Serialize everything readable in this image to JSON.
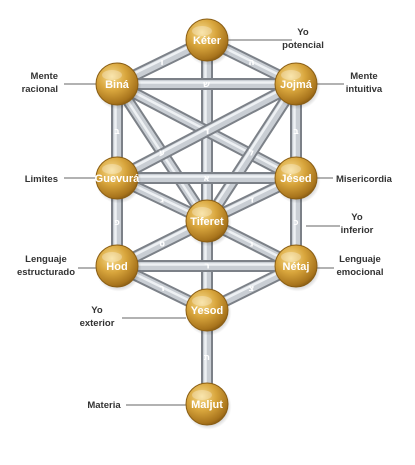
{
  "accent": {
    "gold": "#c9952f",
    "gold_dark": "#8a5e14",
    "pipe": "#9da3aa"
  },
  "nodes": [
    {
      "id": "keter",
      "label": "Kéter"
    },
    {
      "id": "bina",
      "label": "Biná"
    },
    {
      "id": "jojma",
      "label": "Jojmá"
    },
    {
      "id": "guevura",
      "label": "Guevurá"
    },
    {
      "id": "jesed",
      "label": "Jésed"
    },
    {
      "id": "tiferet",
      "label": "Tiferet"
    },
    {
      "id": "hod",
      "label": "Hod"
    },
    {
      "id": "netaj",
      "label": "Nétaj"
    },
    {
      "id": "yesod",
      "label": "Yesod"
    },
    {
      "id": "maljut",
      "label": "Maljut"
    }
  ],
  "annotations": [
    {
      "node": "keter",
      "lines": [
        "Yo",
        "potencial"
      ]
    },
    {
      "node": "bina",
      "lines": [
        "Mente",
        "racional"
      ]
    },
    {
      "node": "jojma",
      "lines": [
        "Mente",
        "intuitiva"
      ]
    },
    {
      "node": "guevura",
      "lines": [
        "Limites"
      ]
    },
    {
      "node": "jesed",
      "lines": [
        "Misericordia"
      ]
    },
    {
      "node": "tiferet",
      "lines": [
        "Yo",
        "inferior"
      ]
    },
    {
      "node": "hod",
      "lines": [
        "Lenguaje",
        "estructurado"
      ]
    },
    {
      "node": "netaj",
      "lines": [
        "Lenguaje",
        "emocional"
      ]
    },
    {
      "node": "yesod",
      "lines": [
        "Yo",
        "exterior"
      ]
    },
    {
      "node": "maljut",
      "lines": [
        "Materia"
      ]
    }
  ],
  "paths": [
    {
      "from": "keter",
      "to": "bina",
      "letter": "ו"
    },
    {
      "from": "keter",
      "to": "jojma",
      "letter": "ה"
    },
    {
      "from": "keter",
      "to": "tiferet",
      "letter": "ד"
    },
    {
      "from": "bina",
      "to": "jojma",
      "letter": "ש"
    },
    {
      "from": "bina",
      "to": "guevura",
      "letter": "ב"
    },
    {
      "from": "bina",
      "to": "tiferet",
      "letter": "ע"
    },
    {
      "from": "bina",
      "to": "jesed",
      "letter": "ר"
    },
    {
      "from": "jojma",
      "to": "jesed",
      "letter": "ב"
    },
    {
      "from": "jojma",
      "to": "tiferet",
      "letter": "ל"
    },
    {
      "from": "jojma",
      "to": "guevura",
      "letter": "ר"
    },
    {
      "from": "guevura",
      "to": "jesed",
      "letter": "א"
    },
    {
      "from": "guevura",
      "to": "tiferet",
      "letter": "ג"
    },
    {
      "from": "jesed",
      "to": "tiferet",
      "letter": "ד"
    },
    {
      "from": "guevura",
      "to": "hod",
      "letter": "פ"
    },
    {
      "from": "jesed",
      "to": "netaj",
      "letter": "כ"
    },
    {
      "from": "tiferet",
      "to": "hod",
      "letter": "ס"
    },
    {
      "from": "tiferet",
      "to": "netaj",
      "letter": "נ"
    },
    {
      "from": "tiferet",
      "to": "yesod",
      "letter": "ר"
    },
    {
      "from": "hod",
      "to": "netaj",
      "letter": ""
    },
    {
      "from": "hod",
      "to": "yesod",
      "letter": "ר"
    },
    {
      "from": "netaj",
      "to": "yesod",
      "letter": "צ"
    },
    {
      "from": "yesod",
      "to": "maljut",
      "letter": "ת"
    }
  ]
}
